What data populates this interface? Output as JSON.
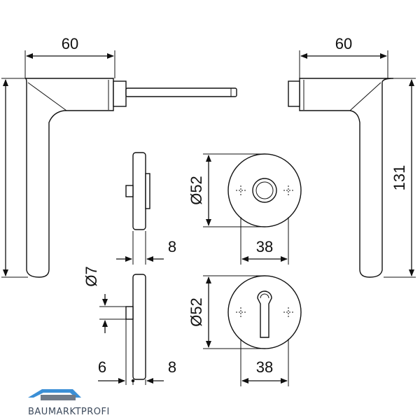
{
  "dimensions": {
    "left_handle_width": "60",
    "right_handle_width": "60",
    "handle_height": "131",
    "rosette_diameter_top": "Ø52",
    "rosette_width_top": "38",
    "rosette_diameter_bottom": "Ø52",
    "rosette_width_bottom": "38",
    "rosette_thickness_top": "8",
    "rosette_thickness_bottom": "8",
    "spindle_diameter": "Ø7",
    "spindle_offset": "6"
  },
  "logo": {
    "text": "BAUMARKTPROFI",
    "icon": "house-roof-icon",
    "colors": {
      "roof": "#3b8fd6",
      "base": "#6f7a88"
    }
  }
}
